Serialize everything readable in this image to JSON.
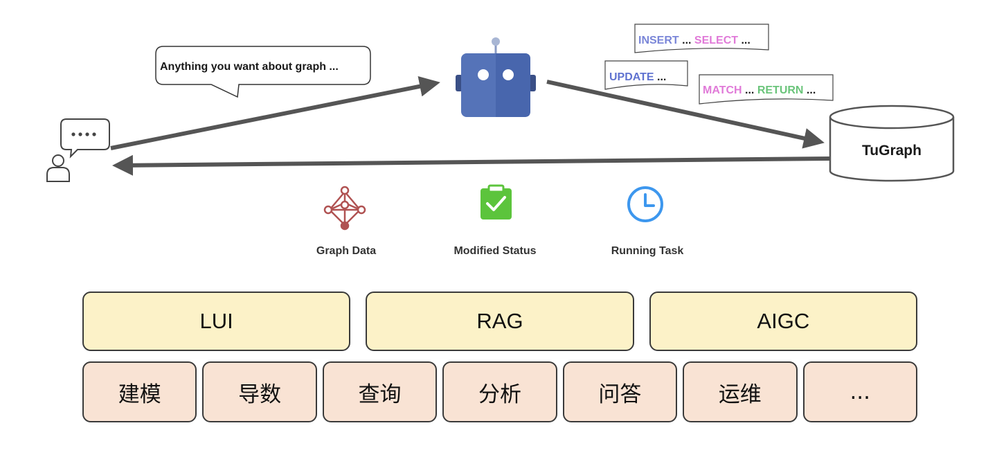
{
  "speech_bubble": {
    "text": "Anything you want about graph ..."
  },
  "query_cards": {
    "insert_keyword": "INSERT",
    "insert_sep": " ... ",
    "select_keyword": "SELECT",
    "select_tail": " ...",
    "update_keyword": "UPDATE",
    "update_tail": " ...",
    "match_keyword": "MATCH",
    "match_sep": " ... ",
    "return_keyword": "RETURN",
    "return_tail": " ..."
  },
  "database": {
    "label": "TuGraph"
  },
  "status_items": {
    "graph_data": "Graph Data",
    "modified_status": "Modified Status",
    "running_task": "Running Task"
  },
  "capabilities": [
    "LUI",
    "RAG",
    "AIGC"
  ],
  "scenarios": [
    "建模",
    "导数",
    "查询",
    "分析",
    "问答",
    "运维",
    "..."
  ],
  "colors": {
    "insert": "#7a86d8",
    "select": "#e07ad8",
    "update": "#5f72d0",
    "match": "#e07ad8",
    "return": "#6ac47a",
    "robot_blue": "#5573b8",
    "arrow": "#555555",
    "graph_icon": "#b05252",
    "status_icon": "#5cc43c",
    "task_icon": "#3d97ee",
    "capability_fill": "#fcf2c8",
    "scenario_fill": "#f9e3d4"
  }
}
